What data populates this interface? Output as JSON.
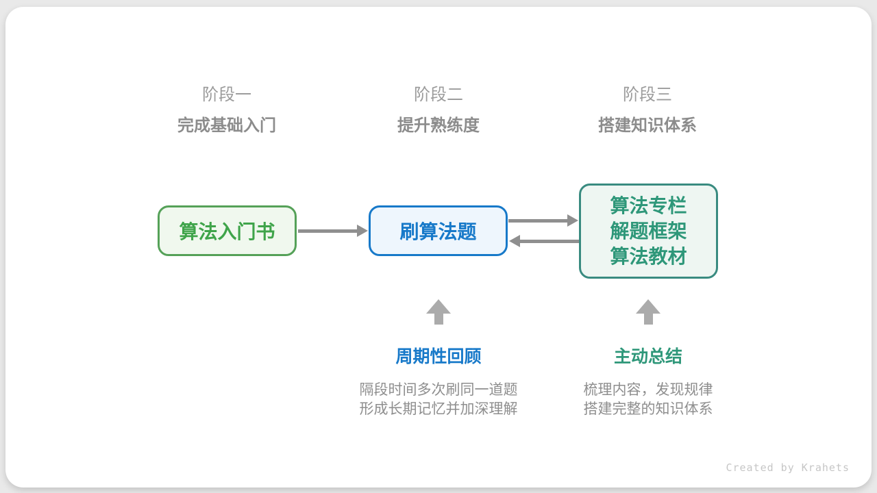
{
  "stages": [
    {
      "label": "阶段一",
      "subtitle": "完成基础入门"
    },
    {
      "label": "阶段二",
      "subtitle": "提升熟练度"
    },
    {
      "label": "阶段三",
      "subtitle": "搭建知识体系"
    }
  ],
  "nodes": {
    "intro_book": {
      "label": "算法入门书"
    },
    "practice": {
      "label": "刷算法题"
    },
    "resources": {
      "line1": "算法专栏",
      "line2": "解题框架",
      "line3": "算法教材"
    }
  },
  "callouts": {
    "review": {
      "title": "周期性回顾",
      "desc_line1": "隔段时间多次刷同一道题",
      "desc_line2": "形成长期记忆并加深理解"
    },
    "summarize": {
      "title": "主动总结",
      "desc_line1": "梳理内容，发现规律",
      "desc_line2": "搭建完整的知识体系"
    }
  },
  "icons": {
    "forward_arrow": "arrow-right-icon",
    "backward_arrow": "arrow-left-icon",
    "up_arrow": "arrow-up-icon"
  },
  "footer": {
    "credit": "Created by Krahets"
  },
  "colors": {
    "page_bg": "#e9e9e9",
    "card_bg": "#ffffff",
    "stage_label": "#9c9c9c",
    "stage_subtitle": "#8c8c8c",
    "green_border": "#55a158",
    "green_bg": "#f0f8ee",
    "green_text": "#3fa44a",
    "blue_border": "#1779c9",
    "blue_bg": "#eef6fd",
    "blue_text": "#1779c9",
    "teal_border": "#398b80",
    "teal_bg": "#eef6f2",
    "teal_text": "#2e9779",
    "connector_arrow": "#8f8f8f",
    "up_arrow": "#ababab",
    "description_text": "#8e8e8e",
    "credit_text": "#c6c6c6"
  }
}
